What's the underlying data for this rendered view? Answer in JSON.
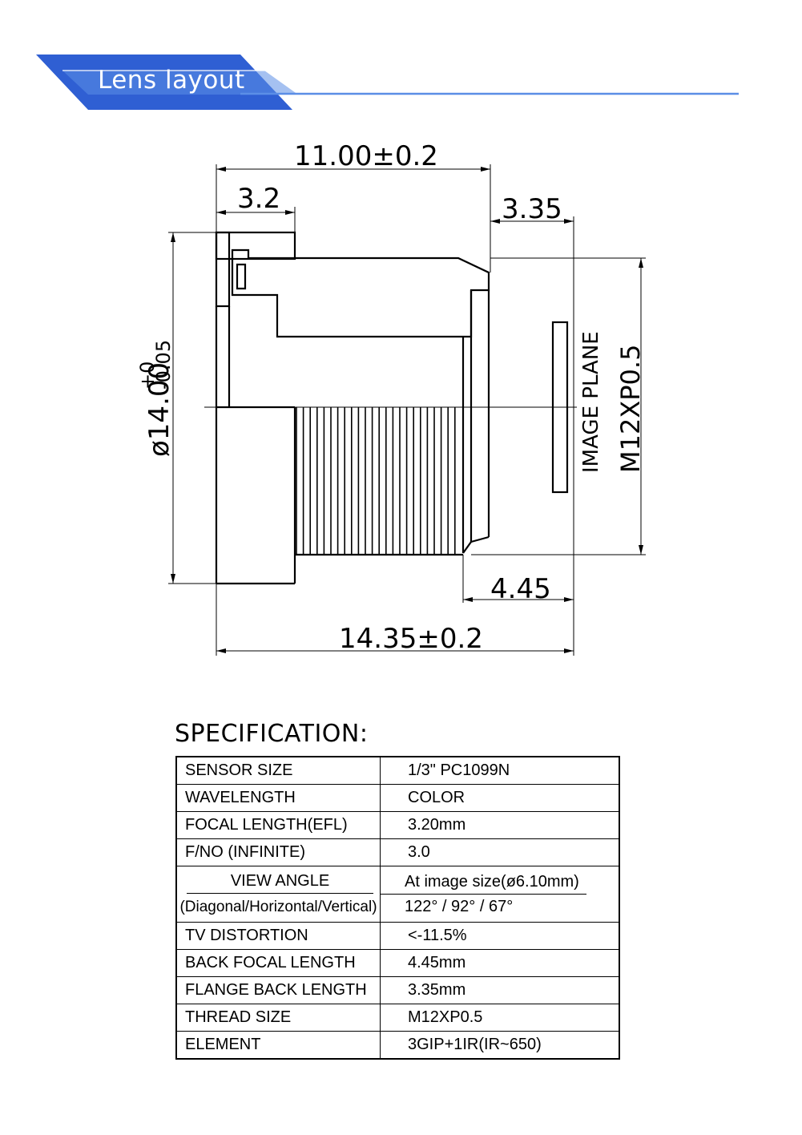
{
  "header": {
    "title": "Lens layout",
    "accent_color": "#2f5fd3",
    "line_color": "#5b8ee6"
  },
  "drawing": {
    "dimensions": {
      "overall_length": "11.00±0.2",
      "flange_width": "3.2",
      "flange_back": "3.35",
      "diameter": "ø14.00",
      "diameter_tol_upper": "+0",
      "diameter_tol_lower": "-0.05",
      "thread": "M12XP0.5",
      "back_focal": "4.45",
      "total_length": "14.35±0.2"
    },
    "image_plane_label": "IMAGE PLANE"
  },
  "spec": {
    "title": "SPECIFICATION:",
    "rows": [
      {
        "label": "SENSOR SIZE",
        "value": "1/3\" PC1099N"
      },
      {
        "label": "WAVELENGTH",
        "value": "COLOR"
      },
      {
        "label": "FOCAL LENGTH(EFL)",
        "value": "3.20mm"
      },
      {
        "label": "F/NO (INFINITE)",
        "value": "3.0"
      }
    ],
    "view_angle": {
      "label_top": "VIEW ANGLE",
      "label_bottom": "(Diagonal/Horizontal/Vertical)",
      "value_top": "At image size(ø6.10mm)",
      "value_bottom": "122° / 92° / 67°"
    },
    "rows2": [
      {
        "label": "TV DISTORTION",
        "value": "<-11.5%"
      },
      {
        "label": "BACK FOCAL LENGTH",
        "value": "4.45mm"
      },
      {
        "label": "FLANGE BACK LENGTH",
        "value": "3.35mm"
      },
      {
        "label": "THREAD SIZE",
        "value": "M12XP0.5"
      },
      {
        "label": "ELEMENT",
        "value": "3GIP+1IR(IR~650)"
      }
    ]
  }
}
